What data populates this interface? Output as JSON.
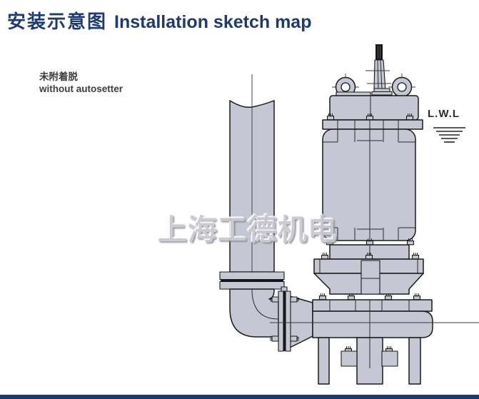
{
  "header": {
    "title_cn": "安装示意图",
    "title_en": "Installation sketch map"
  },
  "note": {
    "cn": "未附着脱",
    "en": "without autosetter"
  },
  "drawing": {
    "water_level_label": "L.W.L",
    "watermark": "上海工德机电"
  },
  "colors": {
    "accent_navy": "#1e3a6e",
    "text_dark": "#3c3c3c",
    "drawing_fill": "#c6c7d4",
    "drawing_stroke": "#1a1a1a",
    "watermark_gray": "#c9c9d0"
  }
}
